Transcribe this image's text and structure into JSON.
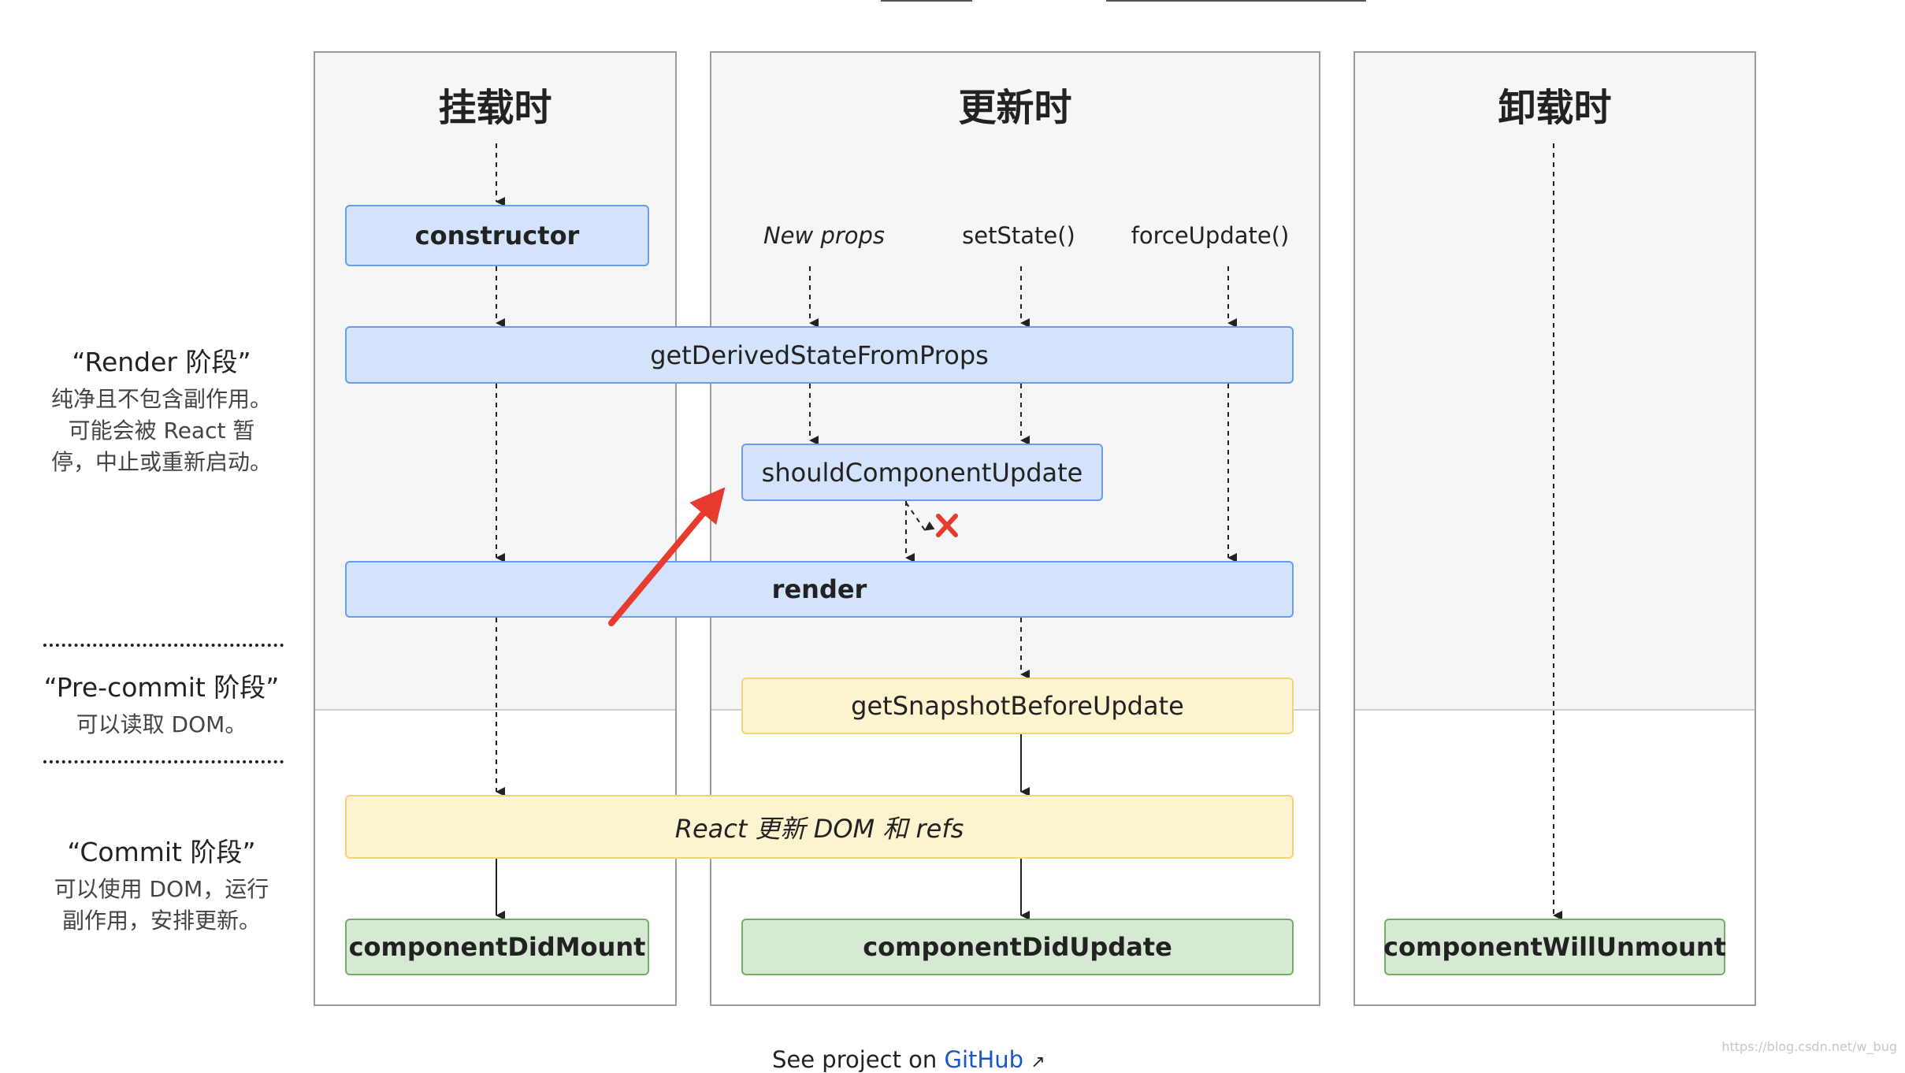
{
  "columns": {
    "mount": {
      "title": "挂载时"
    },
    "update": {
      "title": "更新时"
    },
    "unmount": {
      "title": "卸载时"
    }
  },
  "triggers": {
    "new_props": "New props",
    "set_state": "setState()",
    "force_update": "forceUpdate()"
  },
  "nodes": {
    "constructor": "constructor",
    "get_derived_state": "getDerivedStateFromProps",
    "should_update": "shouldComponentUpdate",
    "render": "render",
    "get_snapshot": "getSnapshotBeforeUpdate",
    "react_update_dom": "React 更新 DOM 和 refs",
    "did_mount": "componentDidMount",
    "did_update": "componentDidUpdate",
    "will_unmount": "componentWillUnmount"
  },
  "phases": {
    "render": {
      "title": "“Render 阶段”",
      "desc_lines": [
        "纯净且不包含副作用。",
        "可能会被 React 暂",
        "停，中止或重新启动。"
      ]
    },
    "precommit": {
      "title": "“Pre-commit 阶段”",
      "desc_lines": [
        "可以读取 DOM。"
      ]
    },
    "commit": {
      "title": "“Commit 阶段”",
      "desc_lines": [
        "可以使用 DOM，运行",
        "副作用，安排更新。"
      ]
    }
  },
  "footer": {
    "prefix": "See project on ",
    "link": "GitHub",
    "link_icon": "external-link-icon"
  },
  "watermark": "https://blog.csdn.net/w_bug",
  "colors": {
    "blue_fill": "#d3e3fb",
    "blue_border": "#6a9cea",
    "yellow_fill": "#fcf3cf",
    "yellow_border": "#f0d574",
    "green_fill": "#d6e9d3",
    "green_border": "#73ad68",
    "highlight_arrow": "#e63b2e",
    "cancel_mark": "#e63b2e"
  },
  "annotations": {
    "cancel_mark_icon": "cross-icon",
    "highlight_arrow_icon": "red-arrow-icon"
  }
}
